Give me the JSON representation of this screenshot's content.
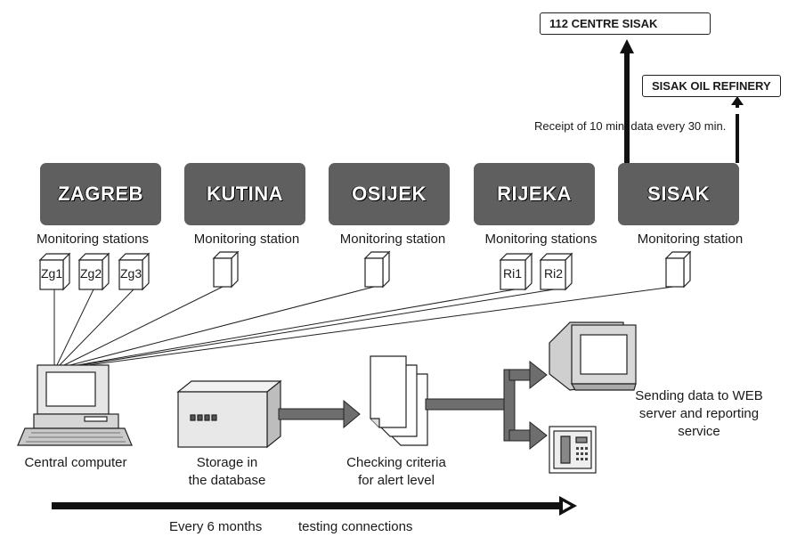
{
  "targets": {
    "centre_112": "112 CENTRE SISAK",
    "oil_refinery": "SISAK OIL REFINERY"
  },
  "receipt_text": "Receipt of 10 min. data every 30 min.",
  "cities": [
    {
      "name": "ZAGREB",
      "caption": "Monitoring stations",
      "stations": [
        "Zg1",
        "Zg2",
        "Zg3"
      ]
    },
    {
      "name": "KUTINA",
      "caption": "Monitoring station",
      "stations": [
        ""
      ]
    },
    {
      "name": "OSIJEK",
      "caption": "Monitoring station",
      "stations": [
        ""
      ]
    },
    {
      "name": "RIJEKA",
      "caption": "Monitoring stations",
      "stations": [
        "Ri1",
        "Ri2"
      ]
    },
    {
      "name": "SISAK",
      "caption": "Monitoring station",
      "stations": [
        ""
      ]
    }
  ],
  "central_computer_label": "Central computer",
  "storage_label_line1": "Storage in",
  "storage_label_line2": "the database",
  "checking_label_line1": "Checking criteria",
  "checking_label_line2": "for alert level",
  "sending_line1": "Sending data to WEB",
  "sending_line2": "server and reporting",
  "sending_line3": "service",
  "timeline_left": "Every 6 months",
  "timeline_right": "testing connections"
}
